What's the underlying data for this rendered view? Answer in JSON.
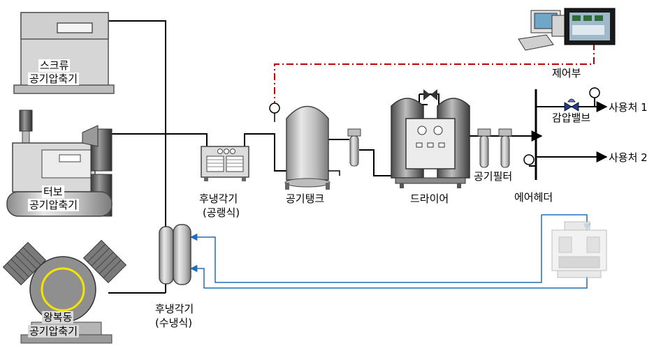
{
  "labels": {
    "screw_line1": "스크류",
    "screw_line2": "공기압축기",
    "turbo_line1": "터보",
    "turbo_line2": "공기압축기",
    "recip_line1": "왕복동",
    "recip_line2": "공기압축기",
    "aftercooler_air_line1": "후냉각기",
    "aftercooler_air_line2": "(공랭식)",
    "aftercooler_water_line1": "후냉각기",
    "aftercooler_water_line2": "(수냉식)",
    "air_tank": "공기탱크",
    "dryer": "드라이어",
    "air_filter": "공기필터",
    "air_header": "에어헤더",
    "pressure_valve": "감압밸브",
    "user1": "사용처 1",
    "user2": "사용처 2",
    "control": "제어부"
  },
  "colors": {
    "pipe": "#000000",
    "control_line": "#c00000",
    "water_line": "#1f6fb5",
    "equipment_grey": "#a6a6a6",
    "cooling_tower": "#cfcfcf"
  },
  "icons": {
    "computer": "desktop-computer-icon",
    "touch_panel": "hmi-panel-icon",
    "cooling_tower": "cooling-tower-icon"
  }
}
